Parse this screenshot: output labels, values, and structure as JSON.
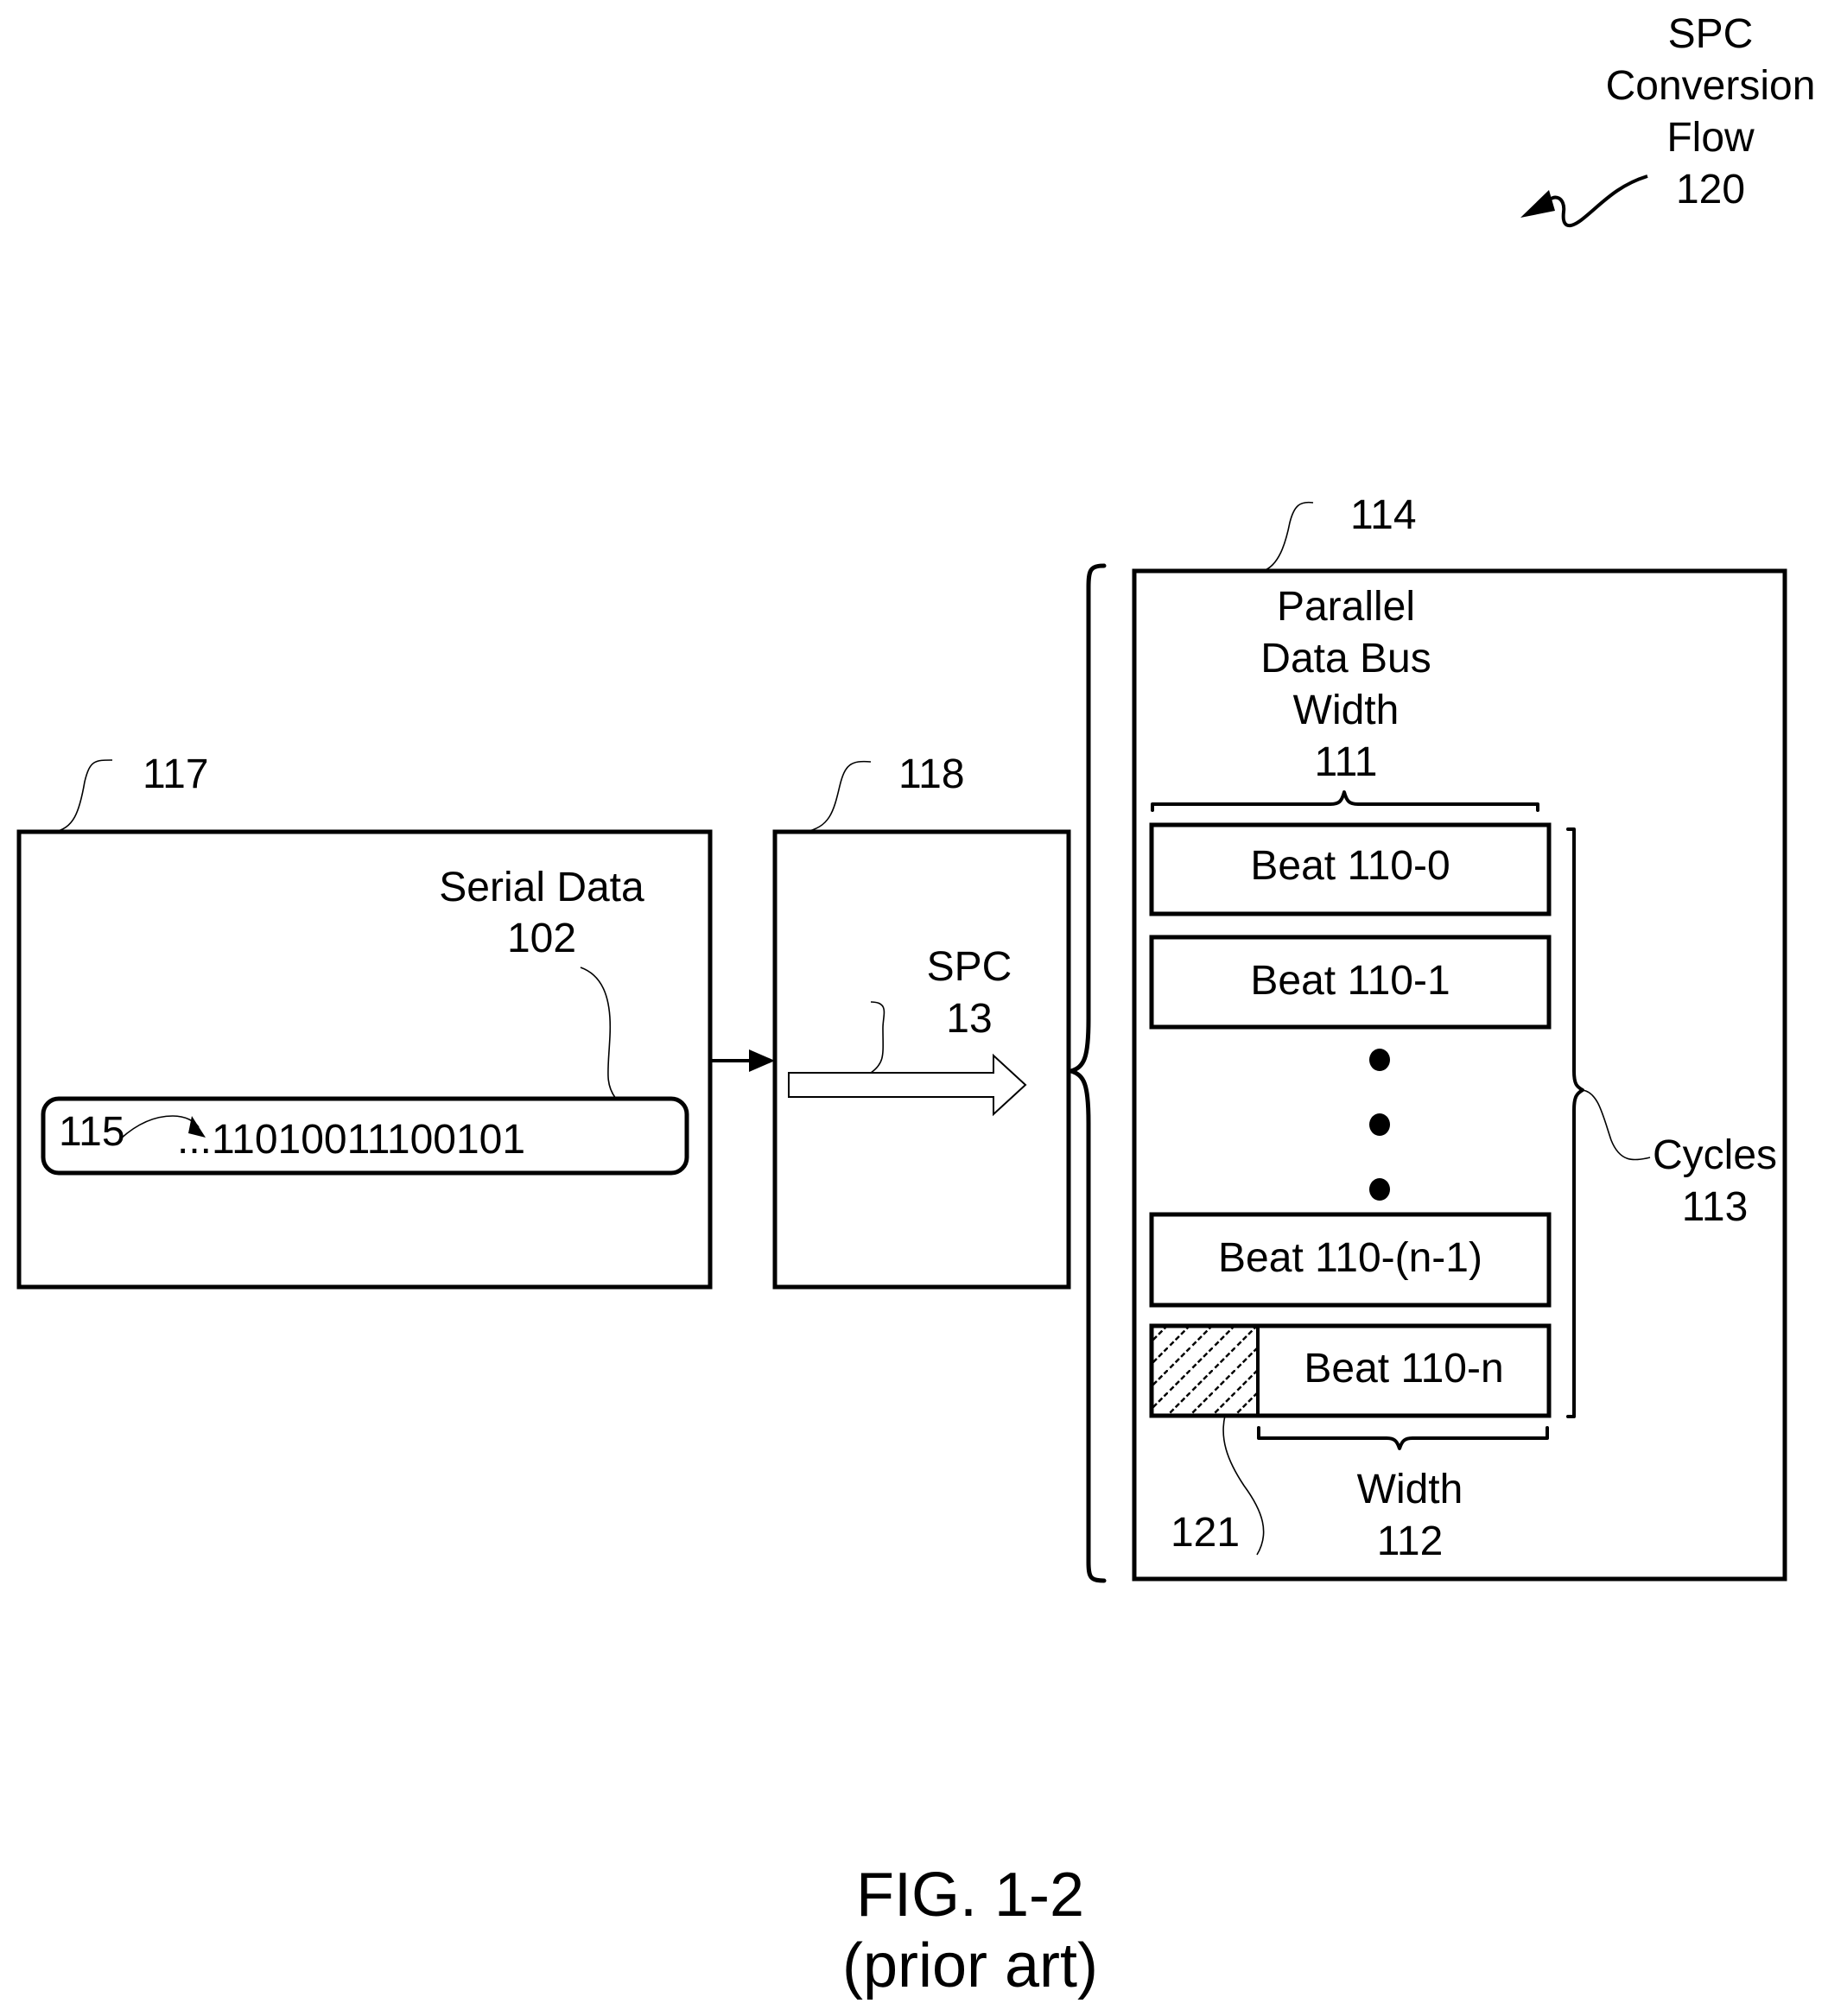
{
  "figure": {
    "title": "FIG. 1-2",
    "subtitle": "(prior art)",
    "flow_label": {
      "lines": [
        "SPC",
        "Conversion",
        "Flow",
        "120"
      ]
    }
  },
  "blocks": {
    "source": {
      "ref": "117",
      "serial_data_label": [
        "Serial Data",
        "102"
      ],
      "bit_stream": {
        "ref": "115",
        "prefix": "...",
        "bits": "11010011100101"
      }
    },
    "converter": {
      "ref": "118",
      "spc_label": [
        "SPC",
        "13"
      ]
    },
    "parallel": {
      "ref": "114",
      "bus_width_label": [
        "Parallel",
        "Data Bus",
        "Width",
        "111"
      ],
      "beats": [
        {
          "label": "Beat 110-0",
          "padded": false
        },
        {
          "label": "Beat 110-1",
          "padded": false
        },
        {
          "label": "Beat 110-(n-1)",
          "padded": false
        },
        {
          "label": "Beat 110-n",
          "padded": true
        }
      ],
      "ellipsis_dots": 3,
      "cycles_label": [
        "Cycles",
        "113"
      ],
      "width_label": [
        "Width",
        "112"
      ],
      "padding_ref": "121"
    }
  }
}
